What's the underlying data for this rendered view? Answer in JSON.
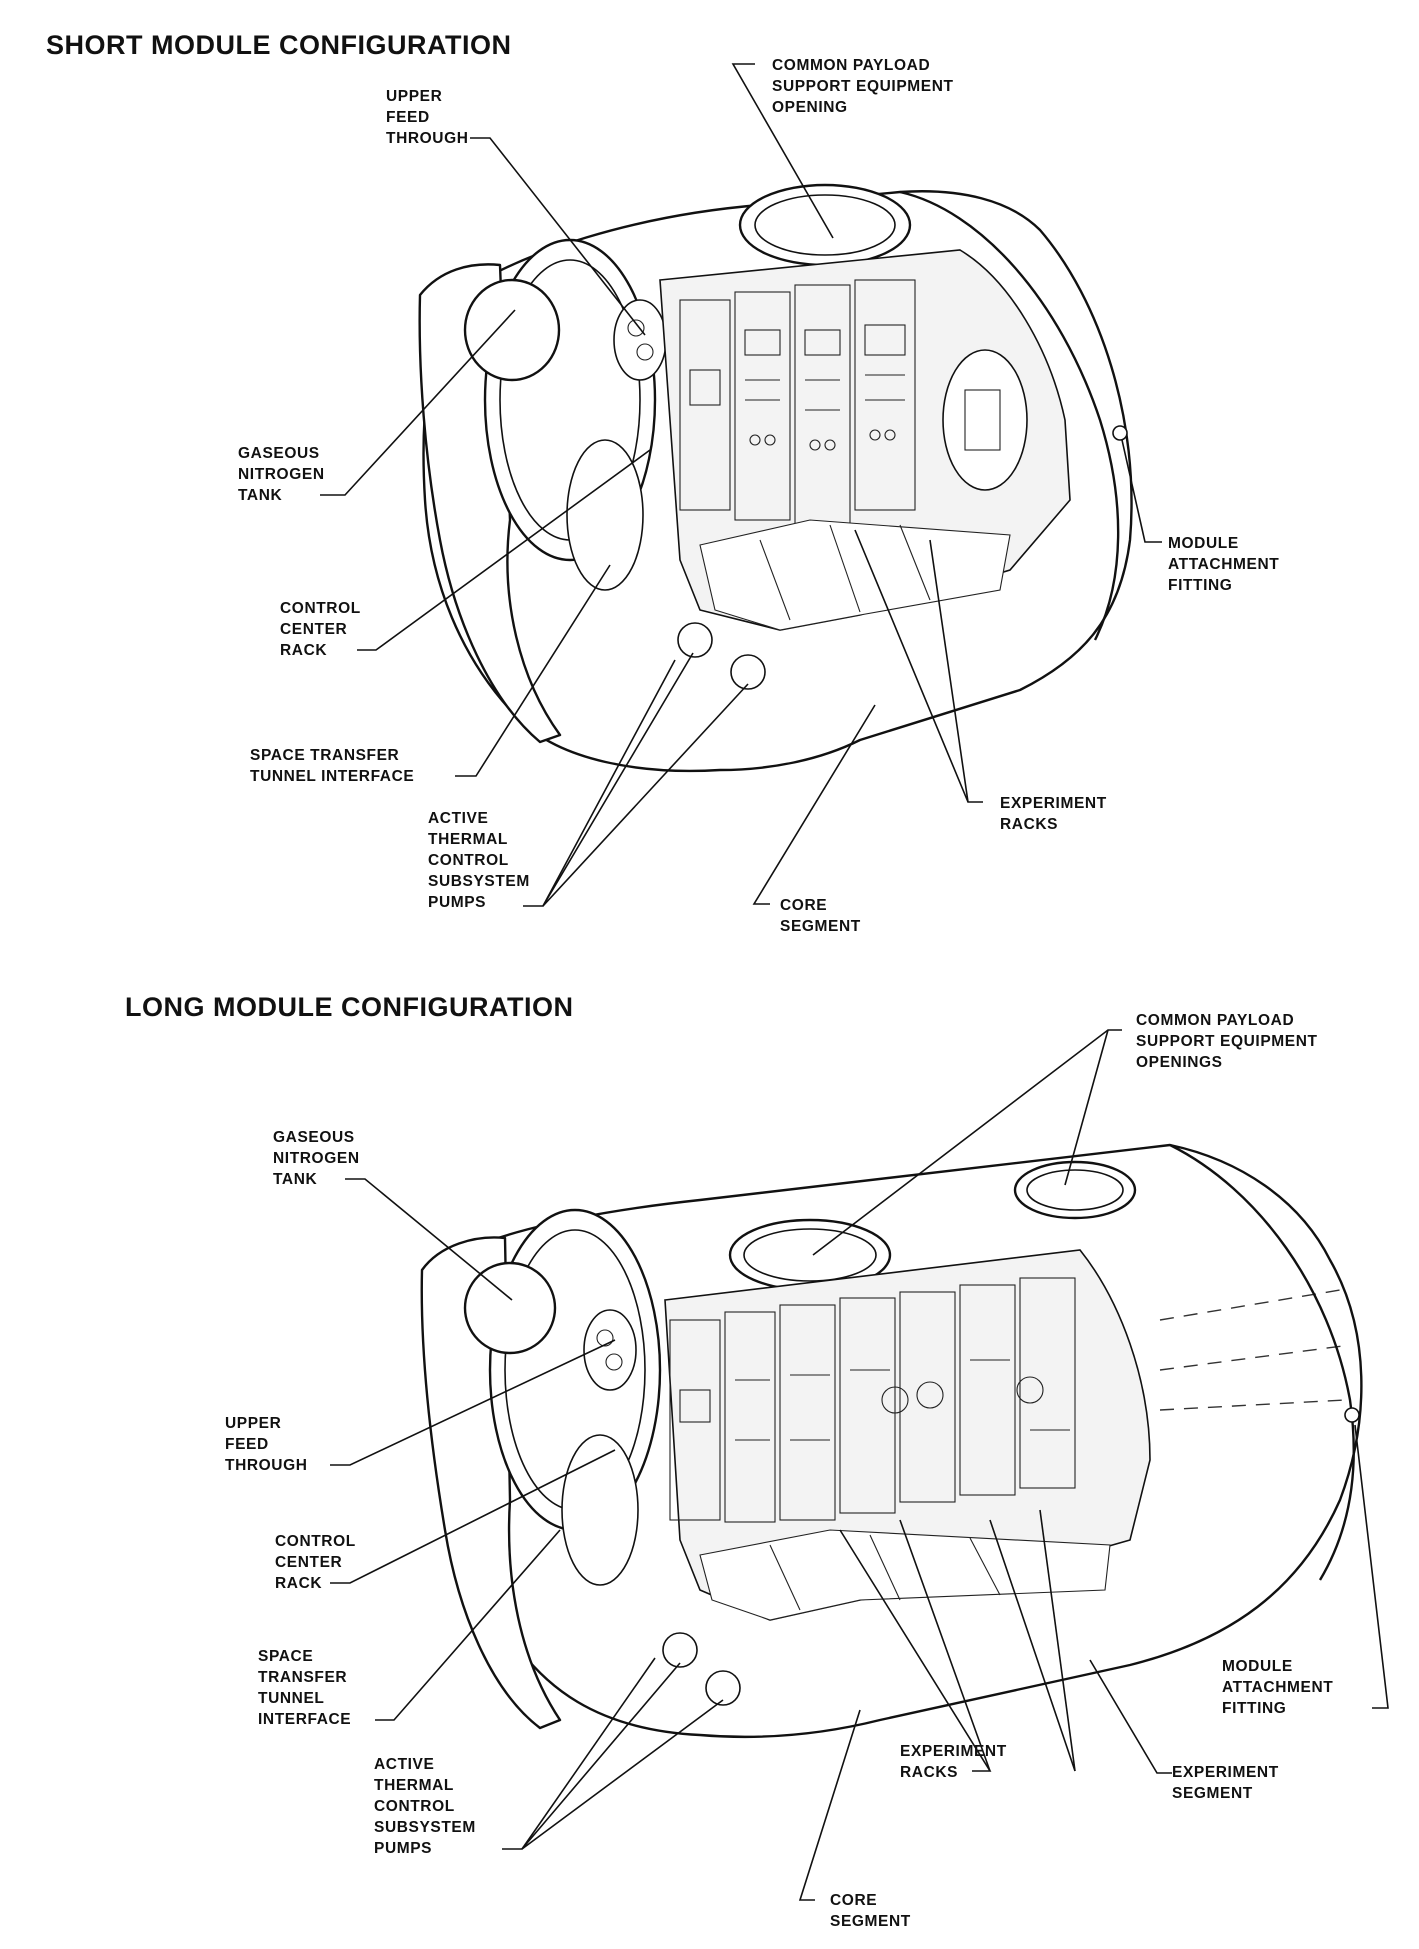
{
  "short": {
    "title": "SHORT MODULE CONFIGURATION",
    "labels": {
      "common_payload": [
        "COMMON PAYLOAD",
        "SUPPORT EQUIPMENT",
        "OPENING"
      ],
      "upper_feed": [
        "UPPER",
        "FEED",
        "THROUGH"
      ],
      "nitrogen_tank": [
        "GASEOUS",
        "NITROGEN",
        "TANK"
      ],
      "module_attach": [
        "MODULE",
        "ATTACHMENT",
        "FITTING"
      ],
      "control_center": [
        "CONTROL",
        "CENTER",
        "RACK"
      ],
      "space_transfer": [
        "SPACE TRANSFER",
        "TUNNEL INTERFACE"
      ],
      "experiment_racks": [
        "EXPERIMENT",
        "RACKS"
      ],
      "thermal_pumps": [
        "ACTIVE",
        "THERMAL",
        "CONTROL",
        "SUBSYSTEM",
        "PUMPS"
      ],
      "core_segment": [
        "CORE",
        "SEGMENT"
      ]
    }
  },
  "long": {
    "title": "LONG MODULE CONFIGURATION",
    "labels": {
      "common_payload": [
        "COMMON PAYLOAD",
        "SUPPORT EQUIPMENT",
        "OPENINGS"
      ],
      "nitrogen_tank": [
        "GASEOUS",
        "NITROGEN",
        "TANK"
      ],
      "upper_feed": [
        "UPPER",
        "FEED",
        "THROUGH"
      ],
      "control_center": [
        "CONTROL",
        "CENTER",
        "RACK"
      ],
      "space_transfer": [
        "SPACE",
        "TRANSFER",
        "TUNNEL",
        "INTERFACE"
      ],
      "module_attach": [
        "MODULE",
        "ATTACHMENT",
        "FITTING"
      ],
      "experiment_racks": [
        "EXPERIMENT",
        "RACKS"
      ],
      "experiment_segment": [
        "EXPERIMENT",
        "SEGMENT"
      ],
      "thermal_pumps": [
        "ACTIVE",
        "THERMAL",
        "CONTROL",
        "SUBSYSTEM",
        "PUMPS"
      ],
      "core_segment": [
        "CORE",
        "SEGMENT"
      ]
    }
  }
}
